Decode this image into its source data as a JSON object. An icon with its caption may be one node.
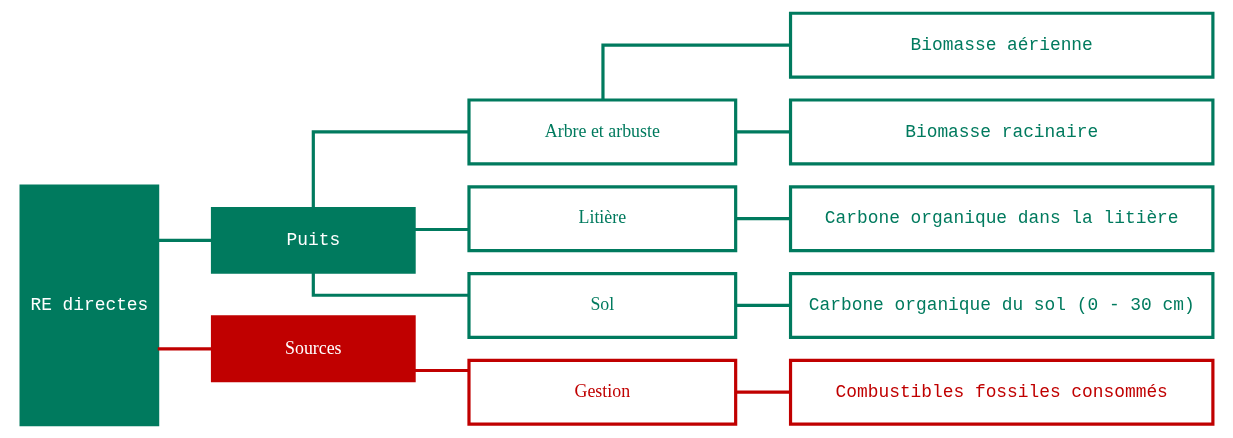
{
  "diagram": {
    "nodes": [
      {
        "text": [
          "RE directes"
        ]
      },
      {
        "text": [
          "Puits"
        ]
      },
      {
        "text": [
          "Sources"
        ]
      },
      {
        "text": [
          "Arbre et arbuste"
        ]
      },
      {
        "text": [
          "Litière"
        ]
      },
      {
        "text": [
          "Sol"
        ]
      },
      {
        "text": [
          "Gestion"
        ]
      },
      {
        "text": [
          "Biomasse aérienne"
        ]
      },
      {
        "text": [
          "Biomasse racinaire"
        ]
      },
      {
        "text": [
          "Carbone organique dans la litière"
        ]
      },
      {
        "text": [
          "Carbone organique du sol (0 - 30 cm)"
        ]
      },
      {
        "text": [
          "Combustibles fossiles consommés"
        ]
      }
    ],
    "edges": [
      {
        "from": 0,
        "to": 1,
        "arrow": "none"
      },
      {
        "from": 0,
        "to": 2,
        "arrow": "none",
        "color": "#c00000"
      },
      {
        "from": 1,
        "to": 3,
        "arrow": "none"
      },
      {
        "from": 1,
        "to": 4,
        "arrow": "none"
      },
      {
        "from": 1,
        "to": 5,
        "arrow": "none"
      },
      {
        "from": 3,
        "to": 7,
        "arrow": "none"
      },
      {
        "from": 3,
        "to": 8,
        "arrow": "none"
      },
      {
        "from": 4,
        "to": 9,
        "arrow": "none"
      },
      {
        "from": 5,
        "to": 10,
        "arrow": "none"
      },
      {
        "from": 2,
        "to": 6,
        "arrow": "none",
        "color": "#c00000"
      },
      {
        "from": 6,
        "to": 11,
        "arrow": "none",
        "color": "#c00000"
      }
    ]
  }
}
